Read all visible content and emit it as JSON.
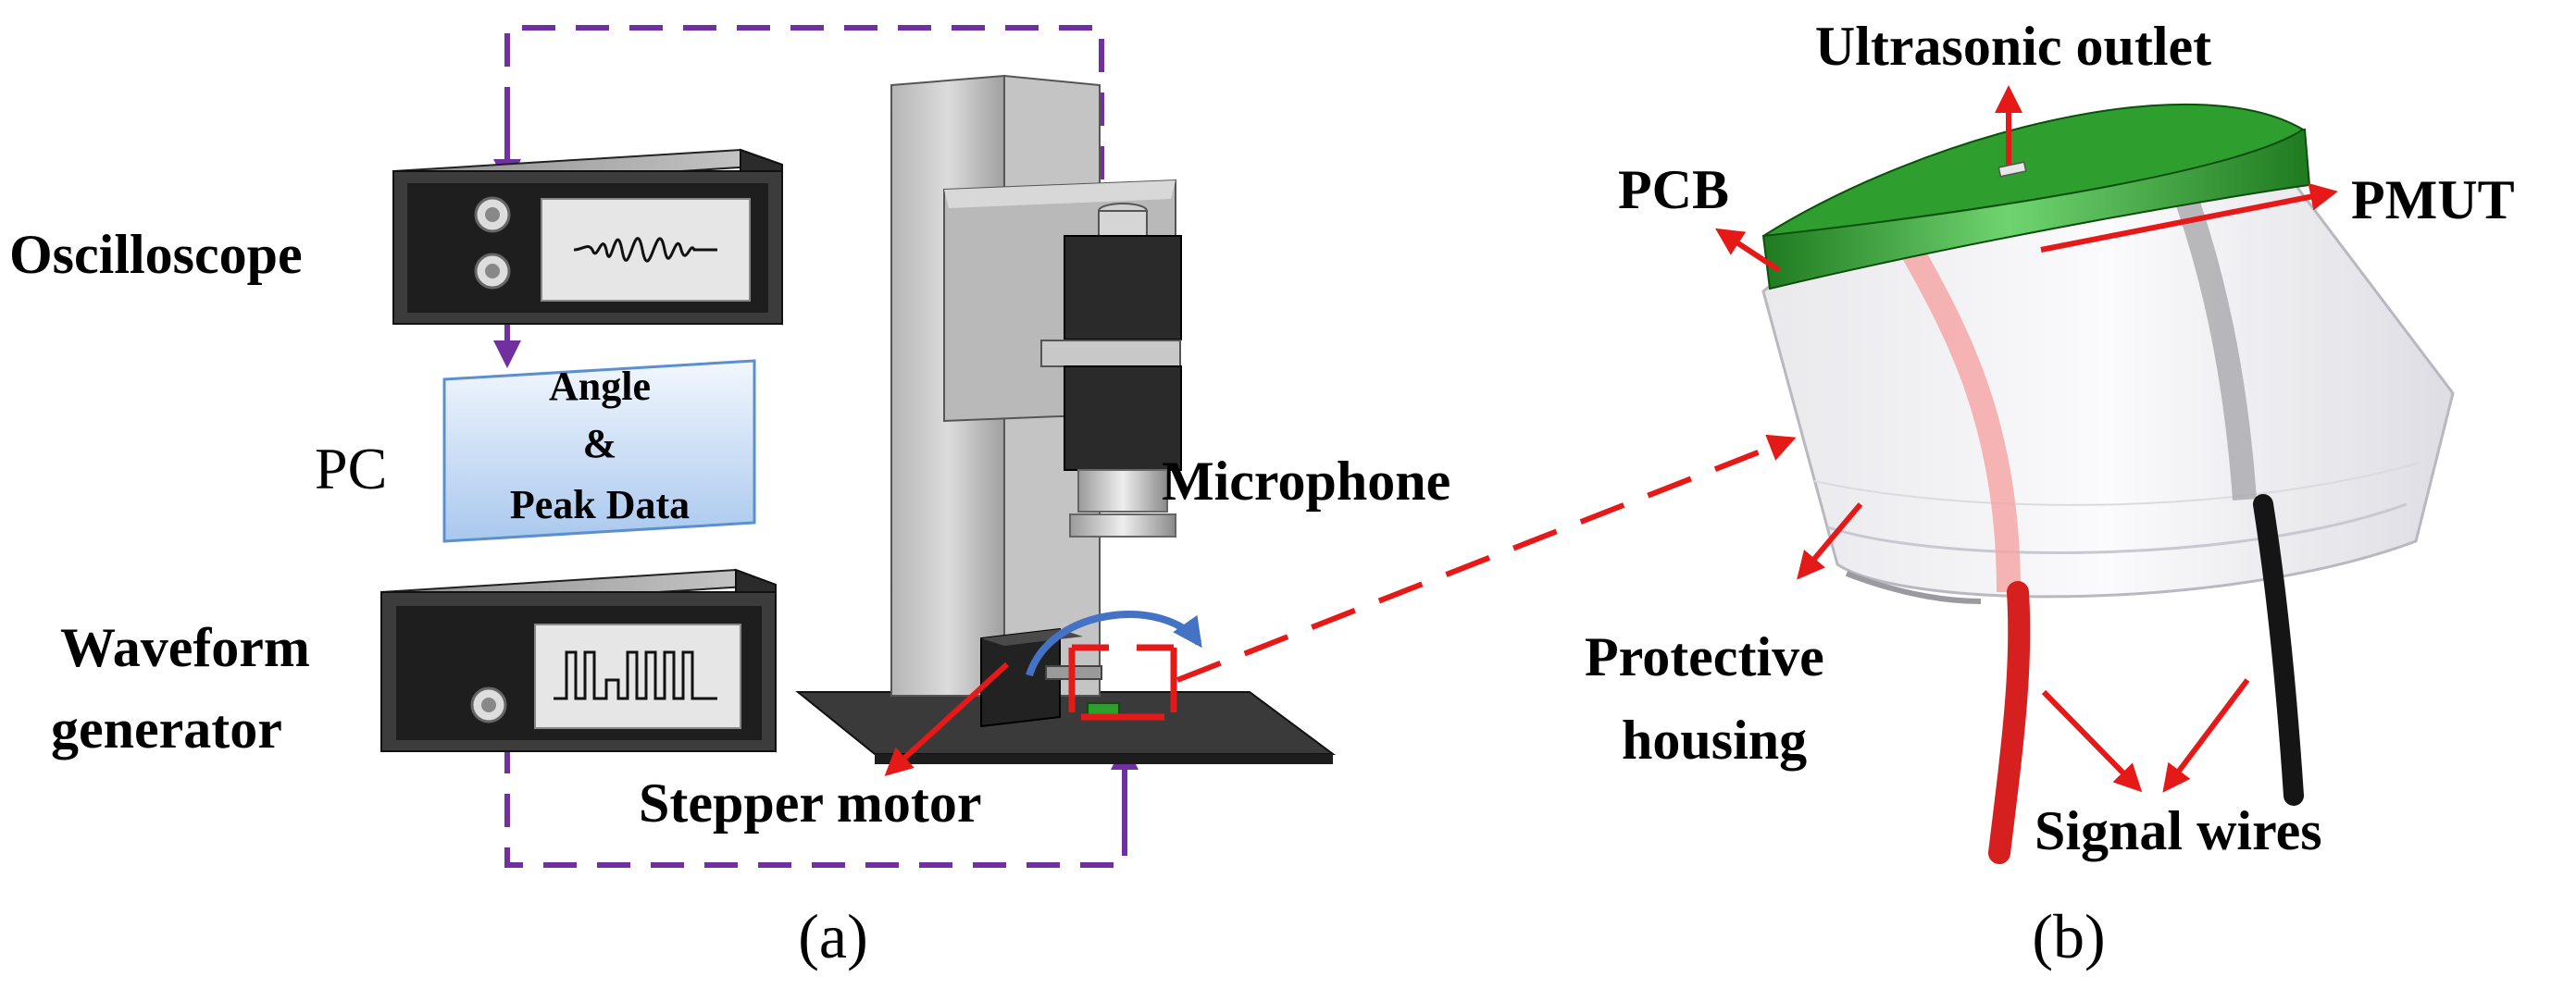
{
  "panel_a": {
    "label": "(a)",
    "instruments": {
      "oscilloscope": "Oscilloscope",
      "pc": "PC",
      "pc_screen_line1": "Angle",
      "pc_screen_line2": "&",
      "pc_screen_line3": "Peak Data",
      "waveform_generator_line1": "Waveform",
      "waveform_generator_line2": "generator"
    },
    "setup": {
      "microphone": "Microphone",
      "stepper_motor": "Stepper motor"
    }
  },
  "panel_b": {
    "label": "(b)",
    "parts": {
      "ultrasonic_outlet": "Ultrasonic outlet",
      "pcb": "PCB",
      "pmut": "PMUT",
      "protective_housing_line1": "Protective",
      "protective_housing_line2": "housing",
      "signal_wires": "Signal wires"
    }
  },
  "colors": {
    "connection_line": "#7030a0",
    "callout_arrow": "#e61919",
    "rotation_arrow": "#4472c4",
    "pcb_green": "#2e9e2e",
    "pc_panel_fill": "#d7e6f7",
    "pc_panel_border": "#5b8fd0",
    "device_body": "#3a3a3a",
    "screen_fill": "#e6e6e6"
  }
}
